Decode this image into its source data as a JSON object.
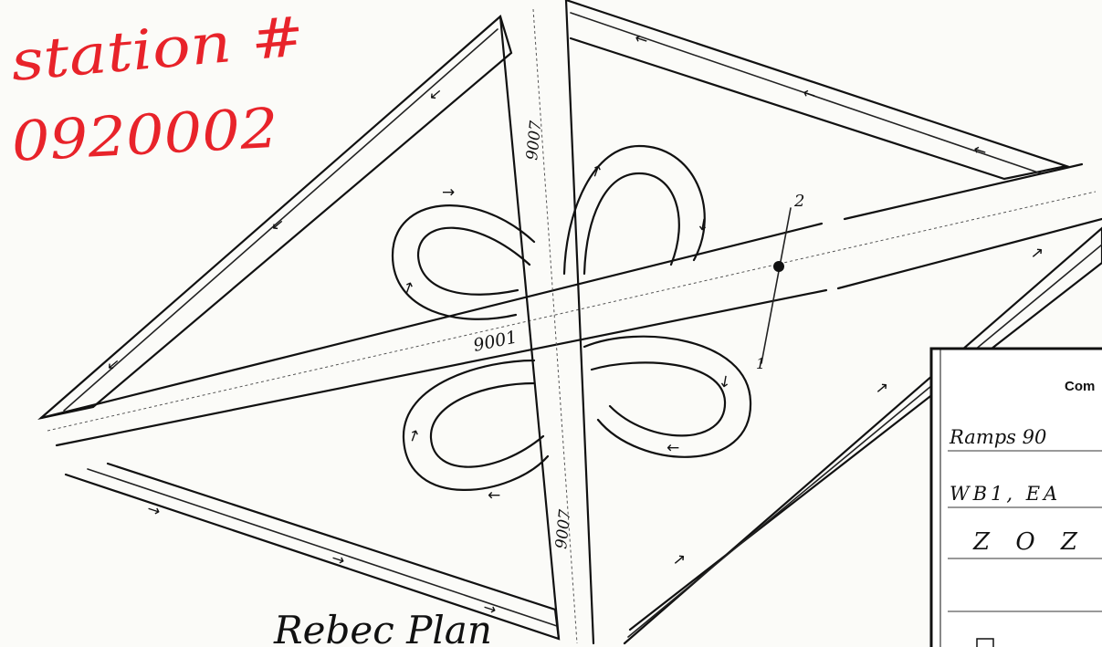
{
  "station": {
    "label": "station #",
    "number": "0920002"
  },
  "roads": {
    "horizontal_route": "9001",
    "vertical_route_upper": "9007",
    "vertical_route_lower": "9007"
  },
  "counter": {
    "label_top": "2",
    "label_bottom": "1"
  },
  "comments_box": {
    "title": "Com",
    "line1": "Ramps 90",
    "line2": "WB1, EA",
    "line3": "Z O Z"
  },
  "signature": "Rebec Plan"
}
